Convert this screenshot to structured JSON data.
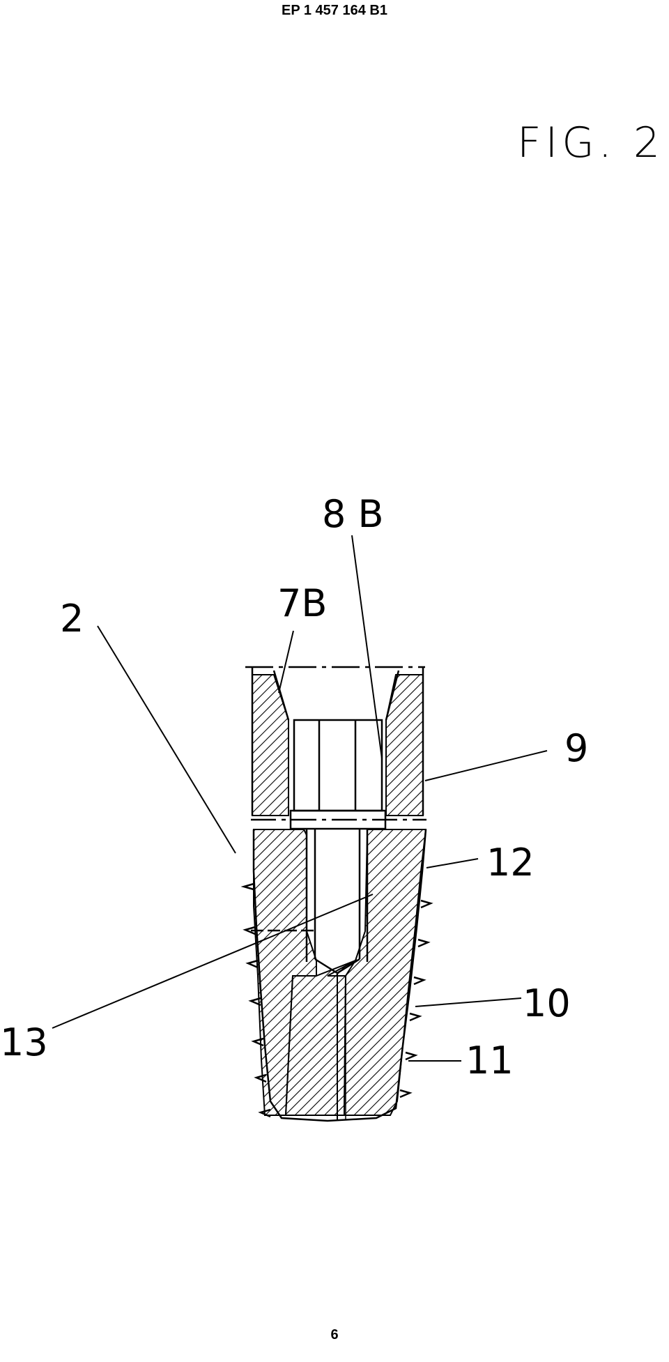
{
  "header": {
    "patent_number": "EP 1 457 164 B1"
  },
  "figure": {
    "label": "FIG. 2"
  },
  "references": {
    "r2": "2",
    "r7b": "7B",
    "r8b": "8 B",
    "r9": "9",
    "r10": "10",
    "r11": "11",
    "r12": "12",
    "r13": "13"
  },
  "footer": {
    "page_number": "6"
  }
}
